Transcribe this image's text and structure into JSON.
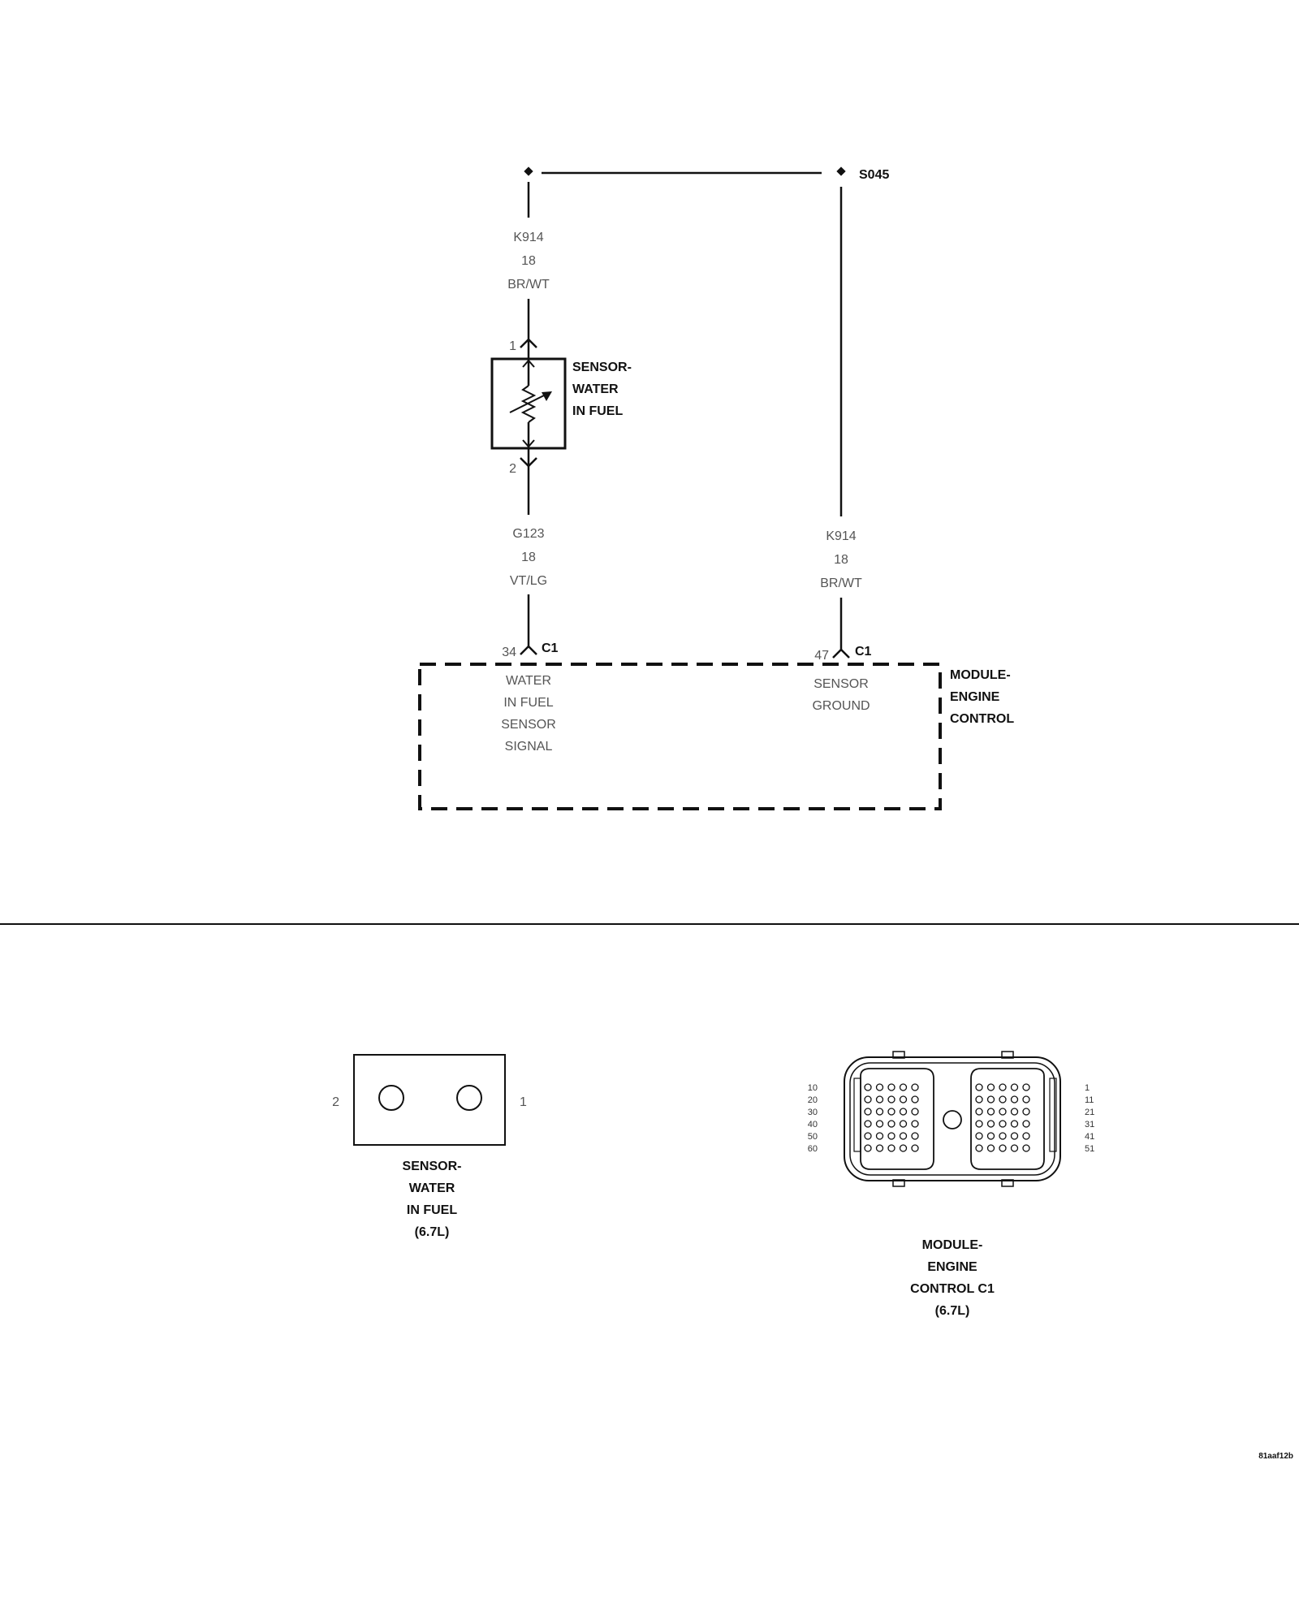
{
  "splice": {
    "label": "S045"
  },
  "wire_top": {
    "circuit": "K914",
    "gauge": "18",
    "color": "BR/WT"
  },
  "wire_mid": {
    "circuit": "G123",
    "gauge": "18",
    "color": "VT/LG"
  },
  "wire_right": {
    "circuit": "K914",
    "gauge": "18",
    "color": "BR/WT"
  },
  "sensor": {
    "pin_top": "1",
    "pin_bottom": "2",
    "name_lines": [
      "SENSOR-",
      "WATER",
      "IN FUEL"
    ]
  },
  "ecm": {
    "pin_left": "34",
    "pin_right": "47",
    "connector": "C1",
    "name_lines": [
      "MODULE-",
      "ENGINE",
      "CONTROL"
    ],
    "left_function_lines": [
      "WATER",
      "IN FUEL",
      "SENSOR",
      "SIGNAL"
    ],
    "right_function_lines": [
      "SENSOR",
      "GROUND"
    ]
  },
  "connector_views": {
    "sensor_connector": {
      "pin_left": "2",
      "pin_right": "1",
      "caption_lines": [
        "SENSOR-",
        "WATER",
        "IN FUEL",
        "(6.7L)"
      ]
    },
    "ecm_connector": {
      "left_row_labels": [
        "10",
        "20",
        "30",
        "40",
        "50",
        "60"
      ],
      "right_row_labels": [
        "1",
        "11",
        "21",
        "31",
        "41",
        "51"
      ],
      "caption_lines": [
        "MODULE-",
        "ENGINE",
        "CONTROL C1",
        "(6.7L)"
      ]
    }
  },
  "figure_id": "81aaf12b"
}
